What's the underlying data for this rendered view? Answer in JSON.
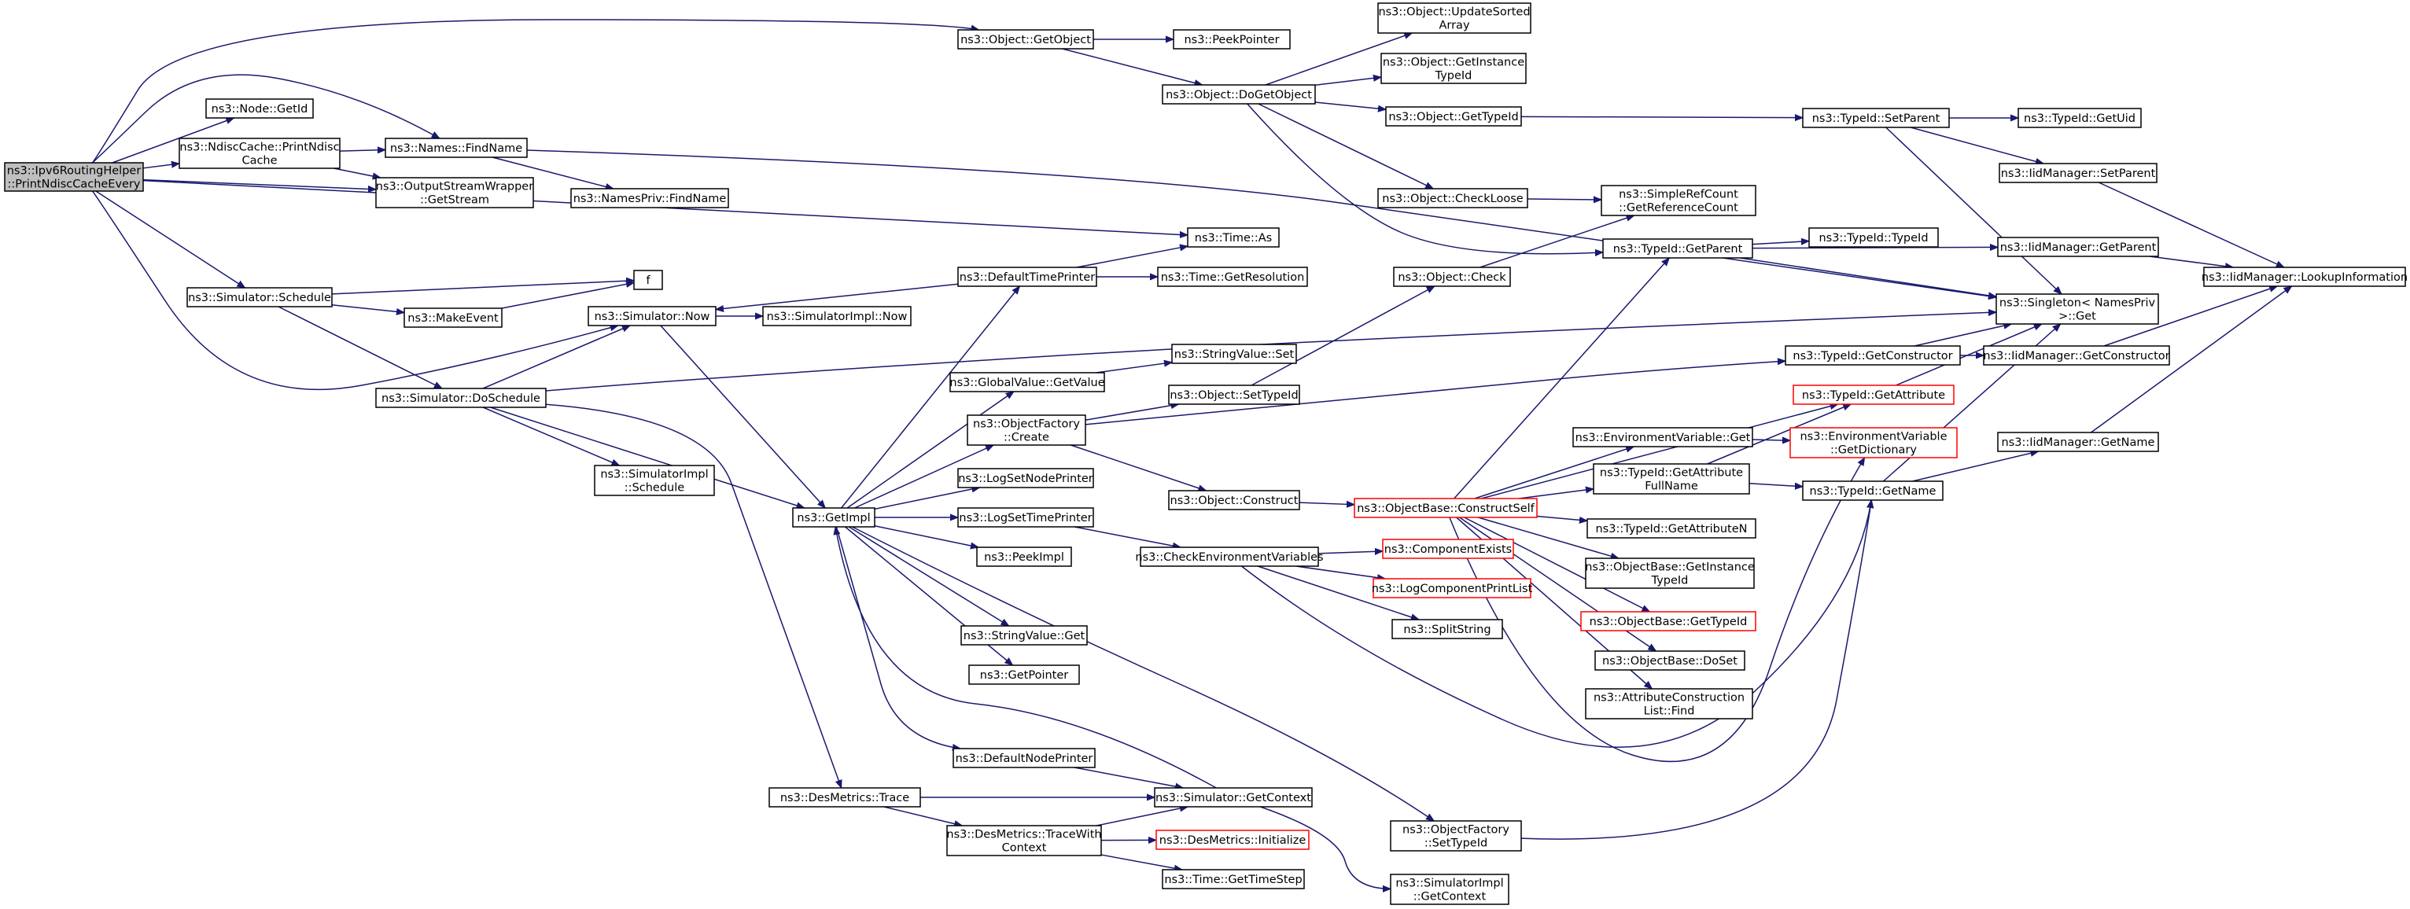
{
  "colors": {
    "edge": "#191970",
    "node_border": "#000000",
    "incomplete_border": "#ff0000",
    "root_fill": "#bfbfbf",
    "node_fill": "#ffffff"
  },
  "nodes": [
    {
      "id": "root",
      "lines": [
        "ns3::Ipv6RoutingHelper",
        "::PrintNdiscCacheEvery"
      ]
    },
    {
      "id": "n_getobject",
      "lines": [
        "ns3::Object::GetObject"
      ]
    },
    {
      "id": "n_node_getid",
      "lines": [
        "ns3::Node::GetId"
      ]
    },
    {
      "id": "n_ndisc_print",
      "lines": [
        "ns3::NdiscCache::PrintNdisc",
        "Cache"
      ]
    },
    {
      "id": "n_names_find",
      "lines": [
        "ns3::Names::FindName"
      ]
    },
    {
      "id": "n_osw_getstream",
      "lines": [
        "ns3::OutputStreamWrapper",
        "::GetStream"
      ]
    },
    {
      "id": "n_time_as",
      "lines": [
        "ns3::Time::As"
      ]
    },
    {
      "id": "n_sim_schedule",
      "lines": [
        "ns3::Simulator::Schedule"
      ]
    },
    {
      "id": "n_sim_now",
      "lines": [
        "ns3::Simulator::Now"
      ]
    },
    {
      "id": "n_peekpointer",
      "lines": [
        "ns3::PeekPointer"
      ]
    },
    {
      "id": "n_dogetobject",
      "lines": [
        "ns3::Object::DoGetObject"
      ]
    },
    {
      "id": "n_namespriv_find",
      "lines": [
        "ns3::NamesPriv::FindName"
      ]
    },
    {
      "id": "n_f",
      "lines": [
        "f"
      ]
    },
    {
      "id": "n_makeevent",
      "lines": [
        "ns3::MakeEvent"
      ]
    },
    {
      "id": "n_sim_doschedule",
      "lines": [
        "ns3::Simulator::DoSchedule"
      ]
    },
    {
      "id": "n_simimpl_now",
      "lines": [
        "ns3::SimulatorImpl::Now"
      ]
    },
    {
      "id": "n_simimpl_schedule",
      "lines": [
        "ns3::SimulatorImpl",
        "::Schedule"
      ]
    },
    {
      "id": "n_getimpl",
      "lines": [
        "ns3::GetImpl"
      ]
    },
    {
      "id": "n_desmetrics_trace",
      "lines": [
        "ns3::DesMetrics::Trace"
      ]
    },
    {
      "id": "n_desmetrics_tracewith",
      "lines": [
        "ns3::DesMetrics::TraceWith",
        "Context"
      ]
    },
    {
      "id": "n_default_time_printer",
      "lines": [
        "ns3::DefaultTimePrinter"
      ]
    },
    {
      "id": "n_globalvalue_getvalue",
      "lines": [
        "ns3::GlobalValue::GetValue"
      ]
    },
    {
      "id": "n_objectfactory_create",
      "lines": [
        "ns3::ObjectFactory",
        "::Create"
      ]
    },
    {
      "id": "n_logsetnodeprinter",
      "lines": [
        "ns3::LogSetNodePrinter"
      ]
    },
    {
      "id": "n_logsettimeprinter",
      "lines": [
        "ns3::LogSetTimePrinter"
      ]
    },
    {
      "id": "n_peekimpl",
      "lines": [
        "ns3::PeekImpl"
      ]
    },
    {
      "id": "n_stringvalue_get",
      "lines": [
        "ns3::StringValue::Get"
      ]
    },
    {
      "id": "n_getpointer",
      "lines": [
        "ns3::GetPointer"
      ]
    },
    {
      "id": "n_default_node_printer",
      "lines": [
        "ns3::DefaultNodePrinter"
      ]
    },
    {
      "id": "n_time_getresolution",
      "lines": [
        "ns3::Time::GetResolution"
      ]
    },
    {
      "id": "n_stringvalue_set",
      "lines": [
        "ns3::StringValue::Set"
      ]
    },
    {
      "id": "n_object_settypeid",
      "lines": [
        "ns3::Object::SetTypeId"
      ]
    },
    {
      "id": "n_object_construct",
      "lines": [
        "ns3::Object::Construct"
      ]
    },
    {
      "id": "n_check_env_vars",
      "lines": [
        "ns3::CheckEnvironmentVariables"
      ]
    },
    {
      "id": "n_sim_getcontext",
      "lines": [
        "ns3::Simulator::GetContext"
      ]
    },
    {
      "id": "n_desmetrics_initialize",
      "lines": [
        "ns3::DesMetrics::Initialize"
      ],
      "red": true
    },
    {
      "id": "n_time_gettimestep",
      "lines": [
        "ns3::Time::GetTimeStep"
      ]
    },
    {
      "id": "n_objectfactory_settypeid",
      "lines": [
        "ns3::ObjectFactory",
        "::SetTypeId"
      ]
    },
    {
      "id": "n_simimpl_getcontext",
      "lines": [
        "ns3::SimulatorImpl",
        "::GetContext"
      ]
    },
    {
      "id": "n_object_updatesorted",
      "lines": [
        "ns3::Object::UpdateSorted",
        "Array"
      ]
    },
    {
      "id": "n_object_getinstancetypeid",
      "lines": [
        "ns3::Object::GetInstance",
        "TypeId"
      ]
    },
    {
      "id": "n_object_gettypeid",
      "lines": [
        "ns3::Object::GetTypeId"
      ]
    },
    {
      "id": "n_object_checkloose",
      "lines": [
        "ns3::Object::CheckLoose"
      ]
    },
    {
      "id": "n_object_check",
      "lines": [
        "ns3::Object::Check"
      ]
    },
    {
      "id": "n_objectbase_constructself",
      "lines": [
        "ns3::ObjectBase::ConstructSelf"
      ],
      "red": true
    },
    {
      "id": "n_componentexists",
      "lines": [
        "ns3::ComponentExists"
      ],
      "red": true
    },
    {
      "id": "n_logcomponentprintlist",
      "lines": [
        "ns3::LogComponentPrintList"
      ],
      "red": true
    },
    {
      "id": "n_splitstring",
      "lines": [
        "ns3::SplitString"
      ]
    },
    {
      "id": "n_simplerefcount",
      "lines": [
        "ns3::SimpleRefCount",
        "::GetReferenceCount"
      ]
    },
    {
      "id": "n_typeid_getparent",
      "lines": [
        "ns3::TypeId::GetParent"
      ]
    },
    {
      "id": "n_envvar_get",
      "lines": [
        "ns3::EnvironmentVariable::Get"
      ]
    },
    {
      "id": "n_typeid_getattributefullname",
      "lines": [
        "ns3::TypeId::GetAttribute",
        "FullName"
      ]
    },
    {
      "id": "n_typeid_getattributen",
      "lines": [
        "ns3::TypeId::GetAttributeN"
      ]
    },
    {
      "id": "n_objectbase_getinstancetypeid",
      "lines": [
        "ns3::ObjectBase::GetInstance",
        "TypeId"
      ]
    },
    {
      "id": "n_objectbase_gettypeid",
      "lines": [
        "ns3::ObjectBase::GetTypeId"
      ],
      "red": true
    },
    {
      "id": "n_objectbase_doset",
      "lines": [
        "ns3::ObjectBase::DoSet"
      ]
    },
    {
      "id": "n_attributeconstructionlist_find",
      "lines": [
        "ns3::AttributeConstruction",
        "List::Find"
      ]
    },
    {
      "id": "n_typeid_setparent",
      "lines": [
        "ns3::TypeId::SetParent"
      ]
    },
    {
      "id": "n_typeid_typeid",
      "lines": [
        "ns3::TypeId::TypeId"
      ]
    },
    {
      "id": "n_typeid_getconstructor",
      "lines": [
        "ns3::TypeId::GetConstructor"
      ]
    },
    {
      "id": "n_typeid_getattribute",
      "lines": [
        "ns3::TypeId::GetAttribute"
      ],
      "red": true
    },
    {
      "id": "n_envvar_getdictionary",
      "lines": [
        "ns3::EnvironmentVariable",
        "::GetDictionary"
      ],
      "red": true
    },
    {
      "id": "n_typeid_getname",
      "lines": [
        "ns3::TypeId::GetName"
      ]
    },
    {
      "id": "n_typeid_getuid",
      "lines": [
        "ns3::TypeId::GetUid"
      ]
    },
    {
      "id": "n_iidmanager_setparent",
      "lines": [
        "ns3::IidManager::SetParent"
      ]
    },
    {
      "id": "n_iidmanager_getparent",
      "lines": [
        "ns3::IidManager::GetParent"
      ]
    },
    {
      "id": "n_singleton_get",
      "lines": [
        "ns3::Singleton< NamesPriv",
        ">::Get"
      ]
    },
    {
      "id": "n_iidmanager_getconstructor",
      "lines": [
        "ns3::IidManager::GetConstructor"
      ]
    },
    {
      "id": "n_iidmanager_getname",
      "lines": [
        "ns3::IidManager::GetName"
      ]
    },
    {
      "id": "n_iidmanager_lookupinformation",
      "lines": [
        "ns3::IidManager::LookupInformation"
      ]
    }
  ]
}
